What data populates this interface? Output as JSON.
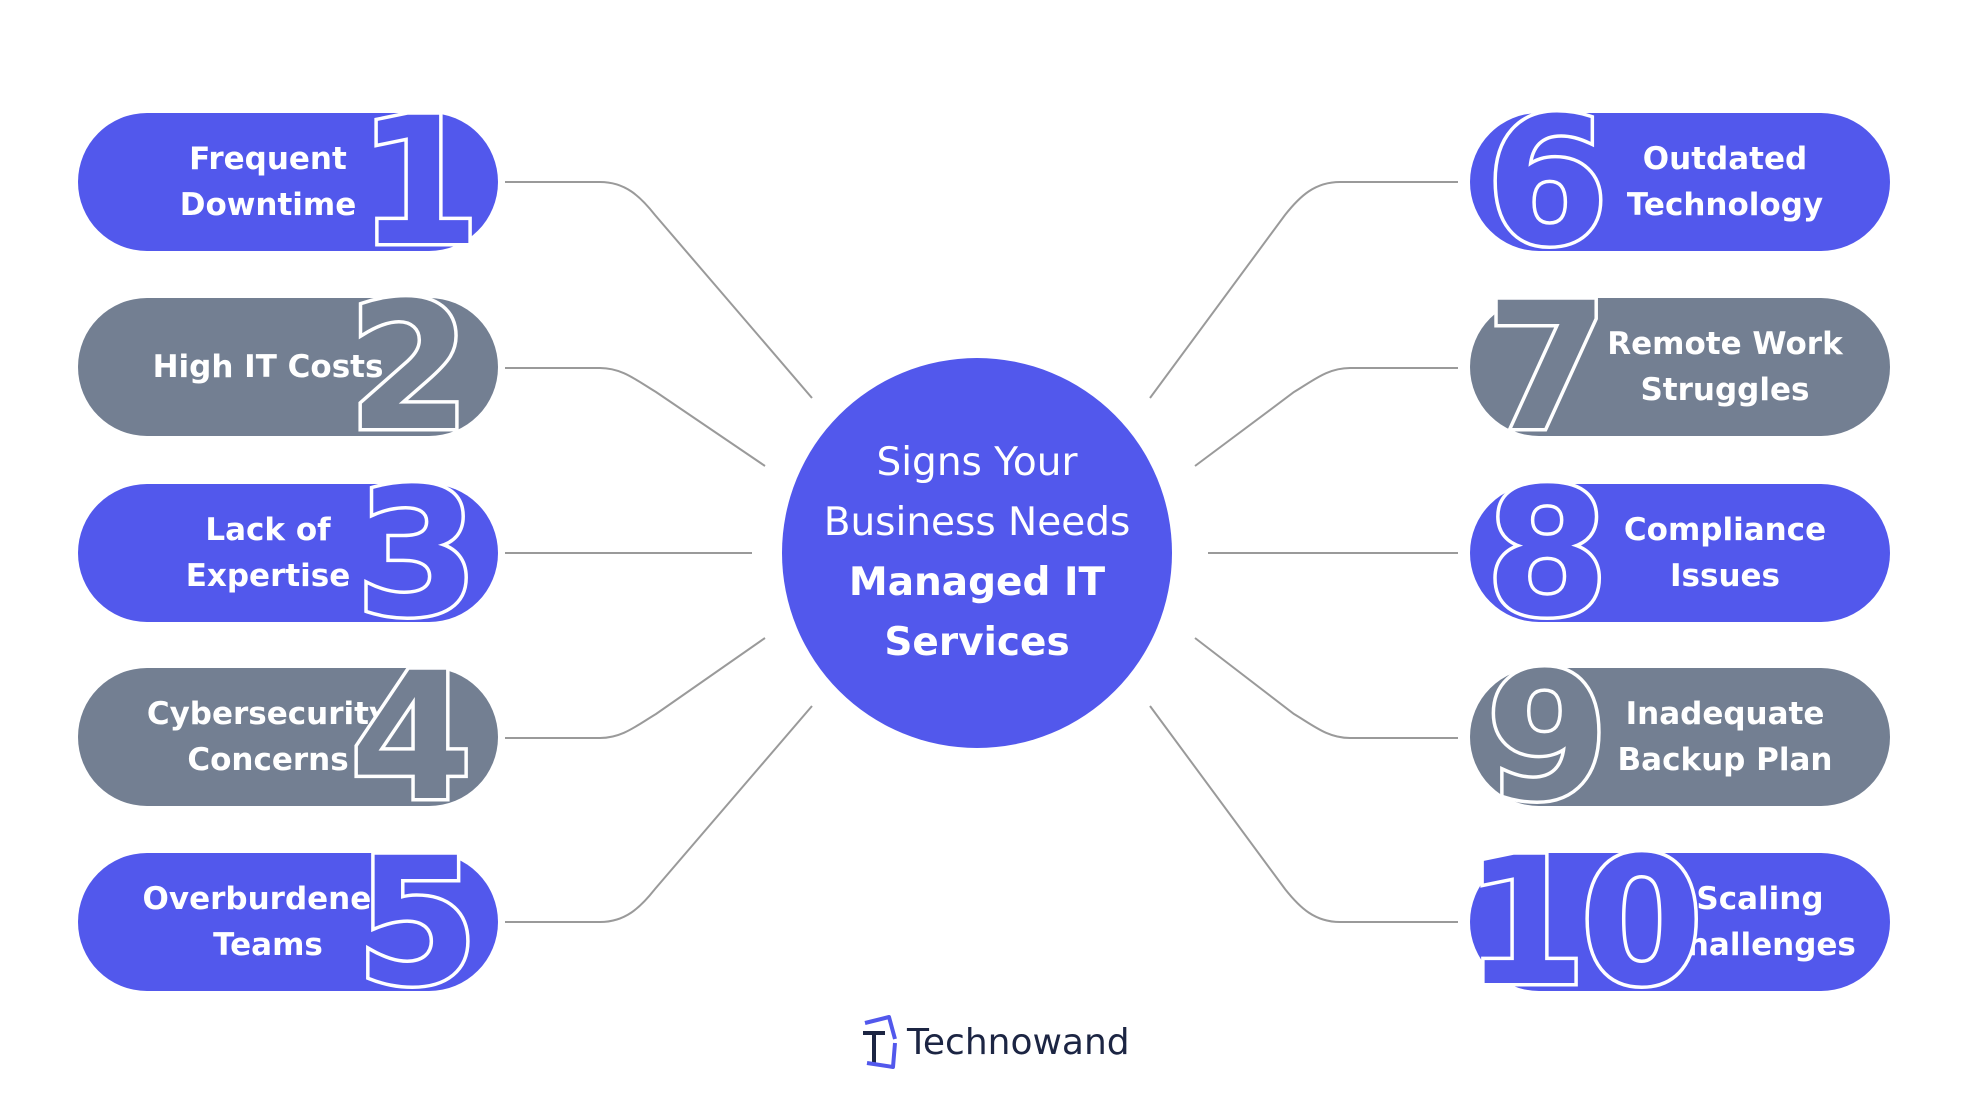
{
  "title": {
    "line1": "Signs Your",
    "line2": "Business Needs",
    "line3": "Managed IT",
    "line4": "Services"
  },
  "colors": {
    "blue": "#5258ec",
    "gray": "#737f92",
    "line": "#9a9a9a",
    "brand_text": "#1c2543"
  },
  "items": [
    {
      "number": "1",
      "label": "Frequent\nDowntime",
      "color": "blue"
    },
    {
      "number": "2",
      "label": "High IT Costs",
      "color": "gray"
    },
    {
      "number": "3",
      "label": "Lack of\nExpertise",
      "color": "blue"
    },
    {
      "number": "4",
      "label": "Cybersecurity\nConcerns",
      "color": "gray"
    },
    {
      "number": "5",
      "label": "Overburdened\nTeams",
      "color": "blue"
    },
    {
      "number": "6",
      "label": "Outdated\nTechnology",
      "color": "blue"
    },
    {
      "number": "7",
      "label": "Remote Work\nStruggles",
      "color": "gray"
    },
    {
      "number": "8",
      "label": "Compliance\nIssues",
      "color": "blue"
    },
    {
      "number": "9",
      "label": "Inadequate\nBackup Plan",
      "color": "gray"
    },
    {
      "number": "10",
      "label": "Scaling\nChallenges",
      "color": "blue"
    }
  ],
  "brand": {
    "name": "Technowand",
    "icon": "technowand-logo-icon"
  }
}
